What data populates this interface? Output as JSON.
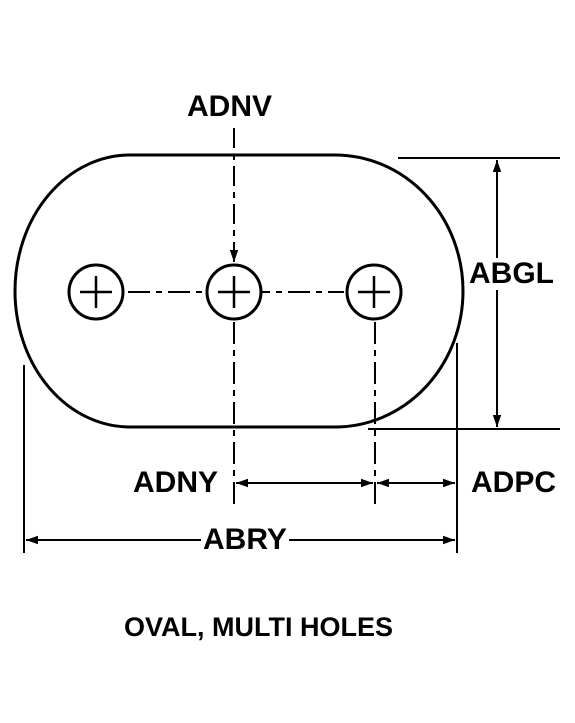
{
  "labels": {
    "hole_spacing_top": "ADNV",
    "height": "ABGL",
    "hole_pitch": "ADNY",
    "edge_distance": "ADPC",
    "overall_length": "ABRY"
  },
  "caption": "OVAL, MULTI HOLES"
}
